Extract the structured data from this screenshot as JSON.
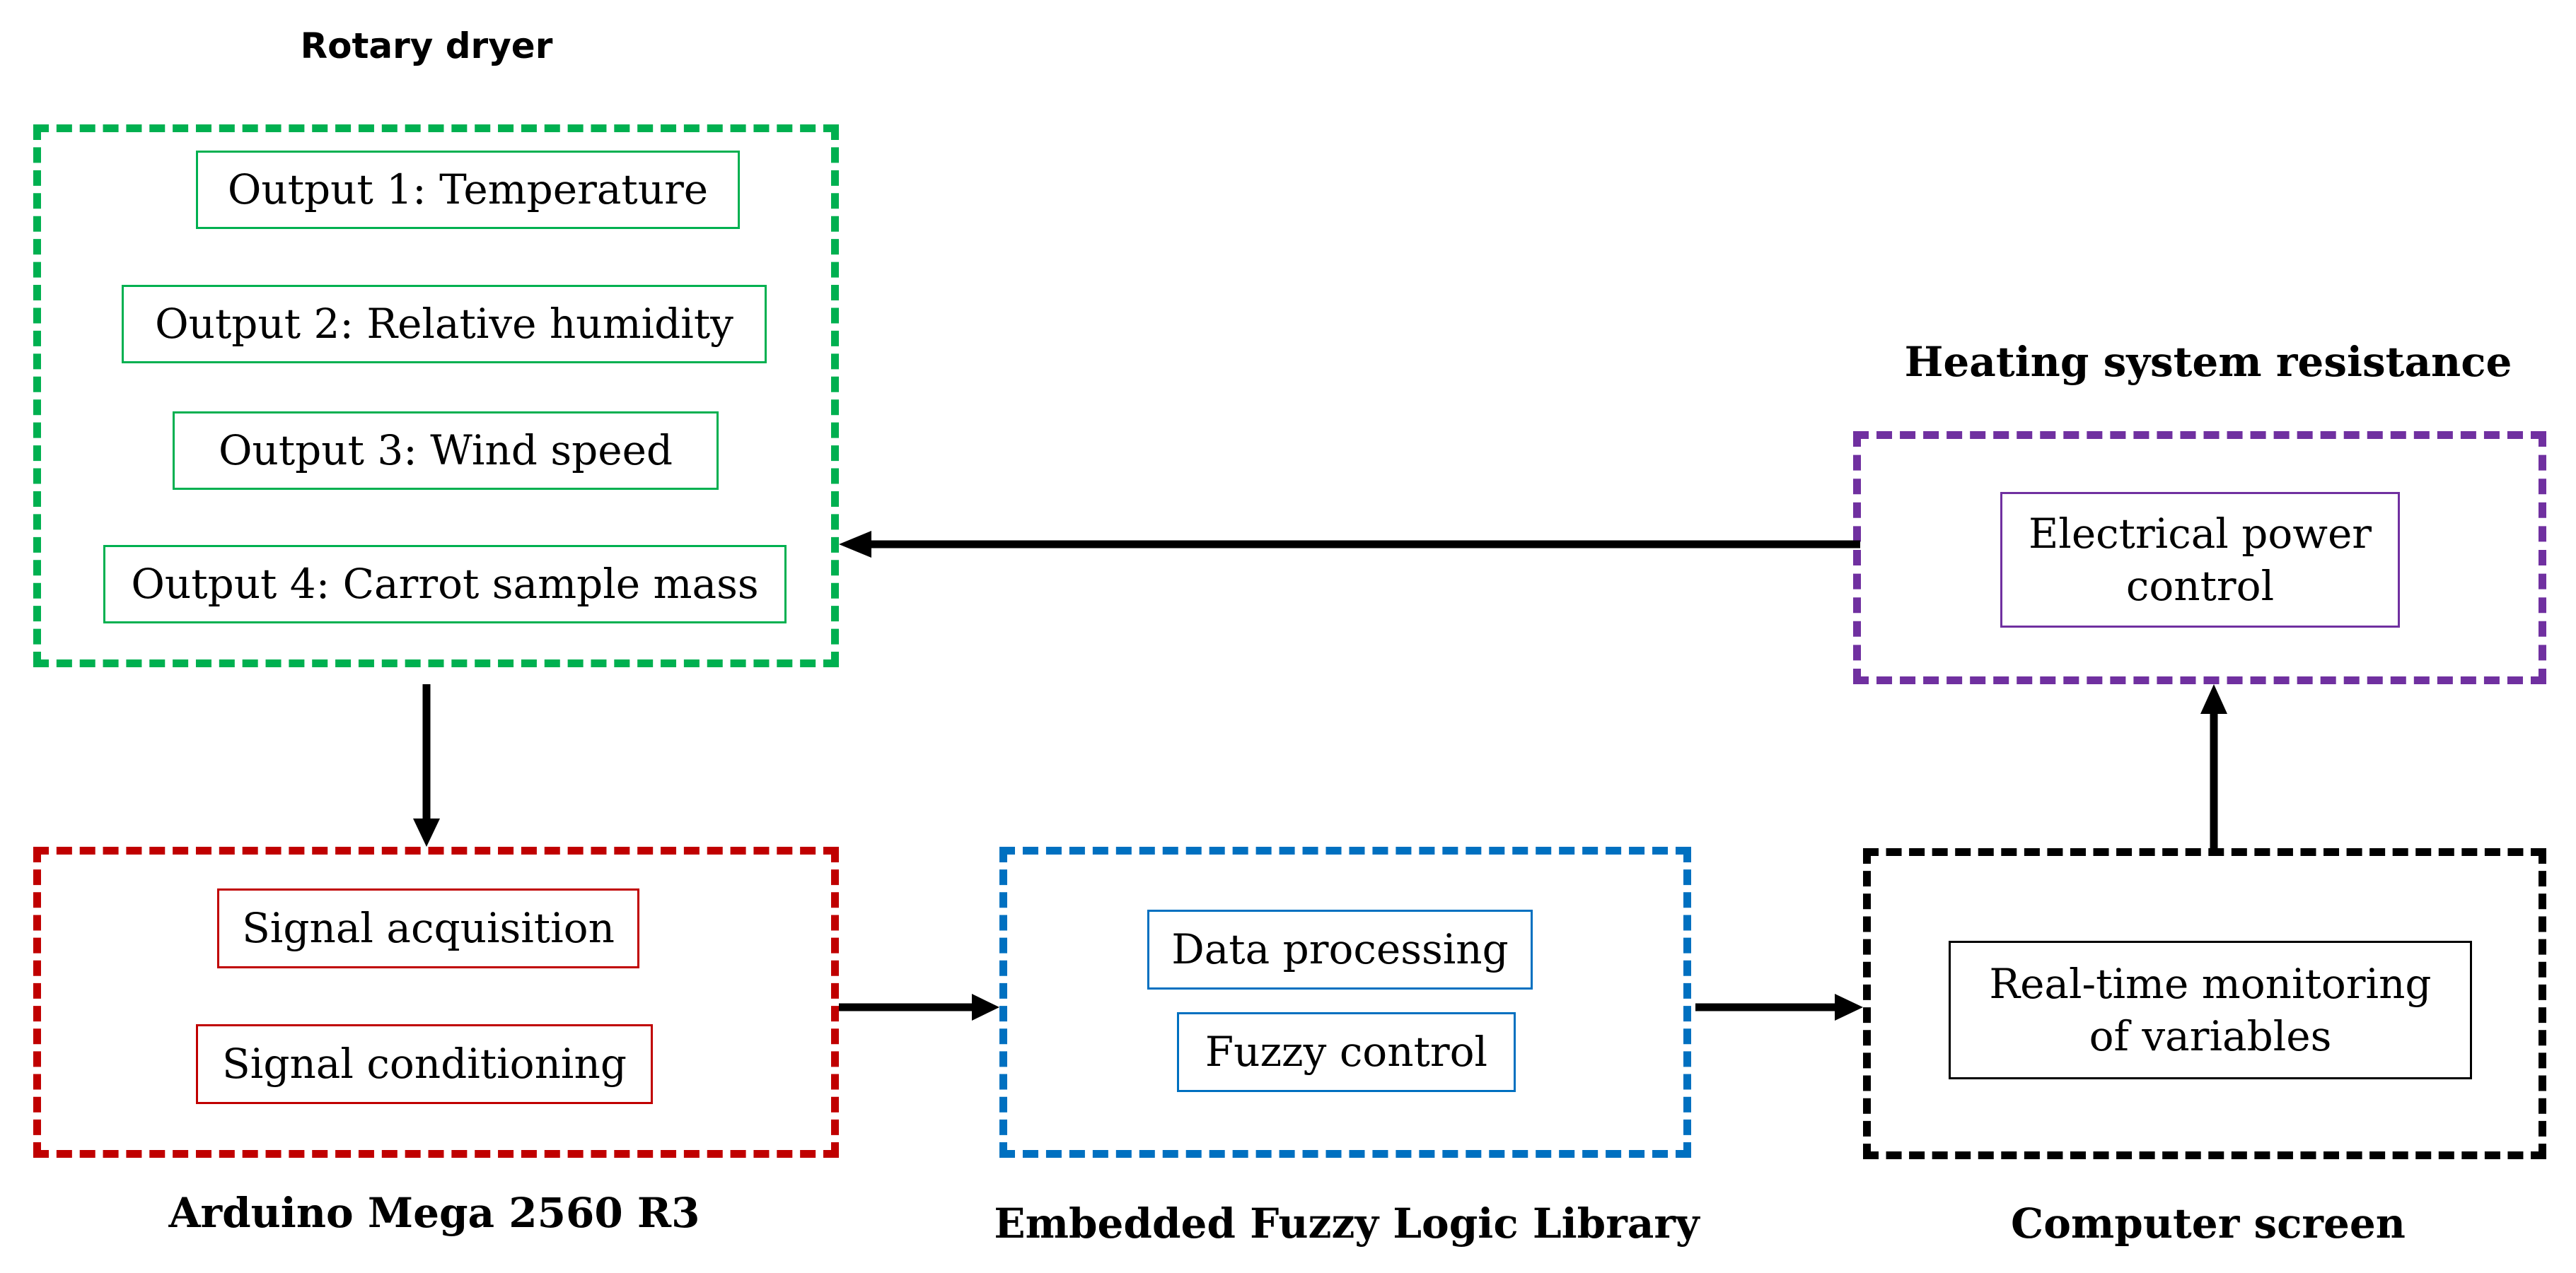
{
  "groups": {
    "rotary_dryer": {
      "title": "Rotary dryer",
      "items": [
        "Output 1: Temperature",
        "Output 2: Relative humidity",
        "Output 3: Wind speed",
        "Output 4: Carrot sample mass"
      ]
    },
    "heating": {
      "title": "Heating system resistance",
      "item_line1": "Electrical power",
      "item_line2": "control"
    },
    "arduino": {
      "title": "Arduino Mega 2560 R3",
      "items": [
        "Signal acquisition",
        "Signal conditioning"
      ]
    },
    "fuzzy": {
      "title": "Embedded Fuzzy Logic Library",
      "items": [
        "Data processing",
        "Fuzzy control"
      ]
    },
    "computer": {
      "title": "Computer screen",
      "item_line1": "Real-time monitoring",
      "item_line2": "of variables"
    }
  },
  "colors": {
    "green": "#00b050",
    "purple": "#7030a0",
    "red": "#c00000",
    "blue": "#0070c0",
    "black": "#000000"
  }
}
